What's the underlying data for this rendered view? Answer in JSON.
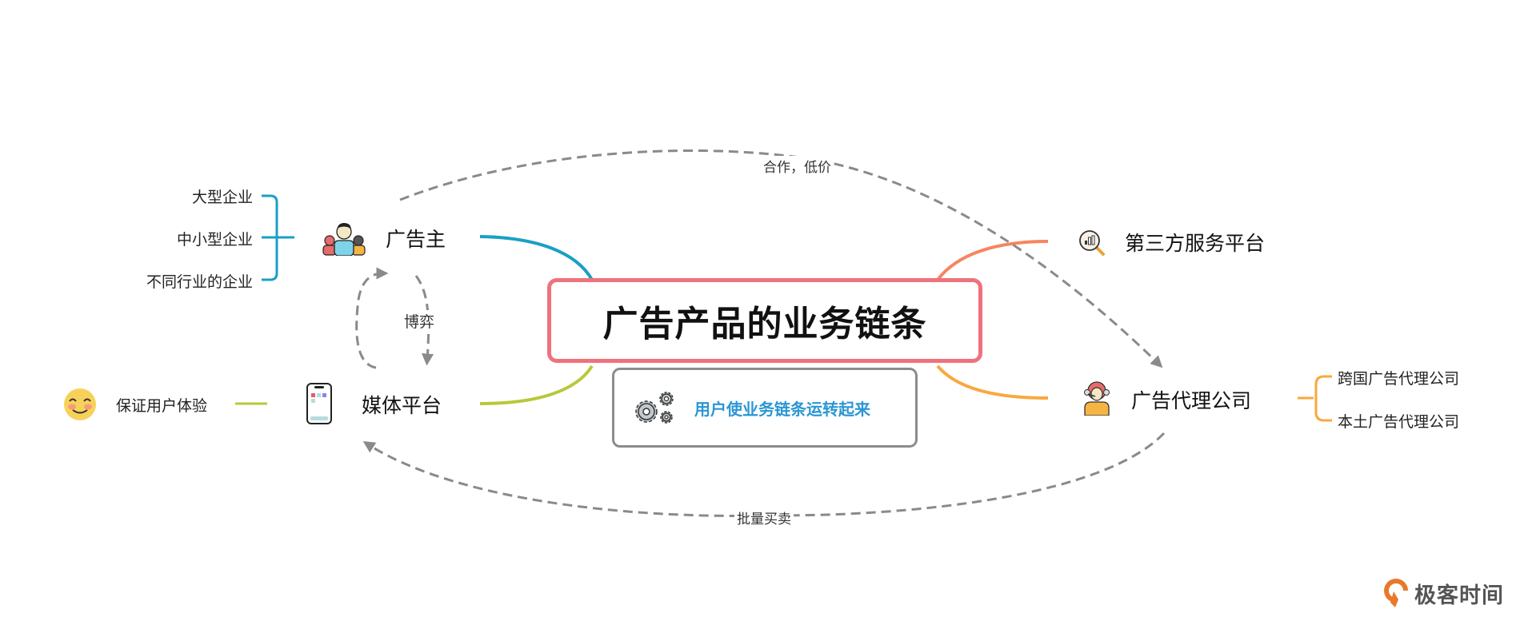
{
  "central": {
    "title": "广告产品的业务链条"
  },
  "sub_topic": {
    "text": "用户使业务链条运转起来",
    "icon": "gears-icon"
  },
  "nodes": {
    "advertiser": {
      "label": "广告主",
      "icon": "people-group-icon",
      "color": "#1b9fc5",
      "children": [
        "大型企业",
        "中小型企业",
        "不同行业的企业"
      ]
    },
    "media": {
      "label": "媒体平台",
      "icon": "smartphone-icon",
      "color": "#b8c83a",
      "children": [
        {
          "label": "保证用户体验",
          "icon": "smiling-face-icon"
        }
      ]
    },
    "third_party": {
      "label": "第三方服务平台",
      "icon": "analytics-magnifier-icon",
      "color": "#f6855e"
    },
    "agency": {
      "label": "广告代理公司",
      "icon": "headset-agent-icon",
      "color": "#f9a83e",
      "children": [
        "跨国广告代理公司",
        "本土广告代理公司"
      ]
    }
  },
  "relations": [
    {
      "from": "advertiser",
      "to": "agency",
      "label": "合作，低价"
    },
    {
      "from": "agency",
      "to": "media",
      "label": "批量买卖"
    },
    {
      "from": "advertiser",
      "to": "media",
      "label": "博弈"
    }
  ],
  "colors": {
    "central_border": "#ee727c",
    "sub_border": "#8c8c8c",
    "sub_text": "#2b96d4",
    "relation_line": "#8a8a8a"
  },
  "logo": {
    "text": "极客时间",
    "color": "#e8792b"
  }
}
